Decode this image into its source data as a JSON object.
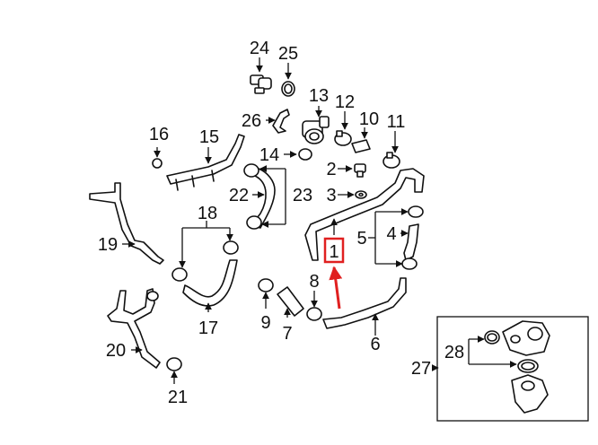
{
  "callouts": {
    "c1": "1",
    "c2": "2",
    "c3": "3",
    "c4": "4",
    "c5": "5",
    "c6": "6",
    "c7": "7",
    "c8": "8",
    "c9": "9",
    "c10": "10",
    "c11": "11",
    "c12": "12",
    "c13": "13",
    "c14": "14",
    "c15": "15",
    "c16": "16",
    "c17": "17",
    "c18": "18",
    "c19": "19",
    "c20": "20",
    "c21": "21",
    "c22": "22",
    "c23": "23",
    "c24": "24",
    "c25": "25",
    "c26": "26",
    "c27": "27",
    "c28": "28"
  },
  "highlight": {
    "selected_callout": "1",
    "color": "#e02020"
  },
  "colors": {
    "line": "#111111",
    "background": "#ffffff"
  }
}
